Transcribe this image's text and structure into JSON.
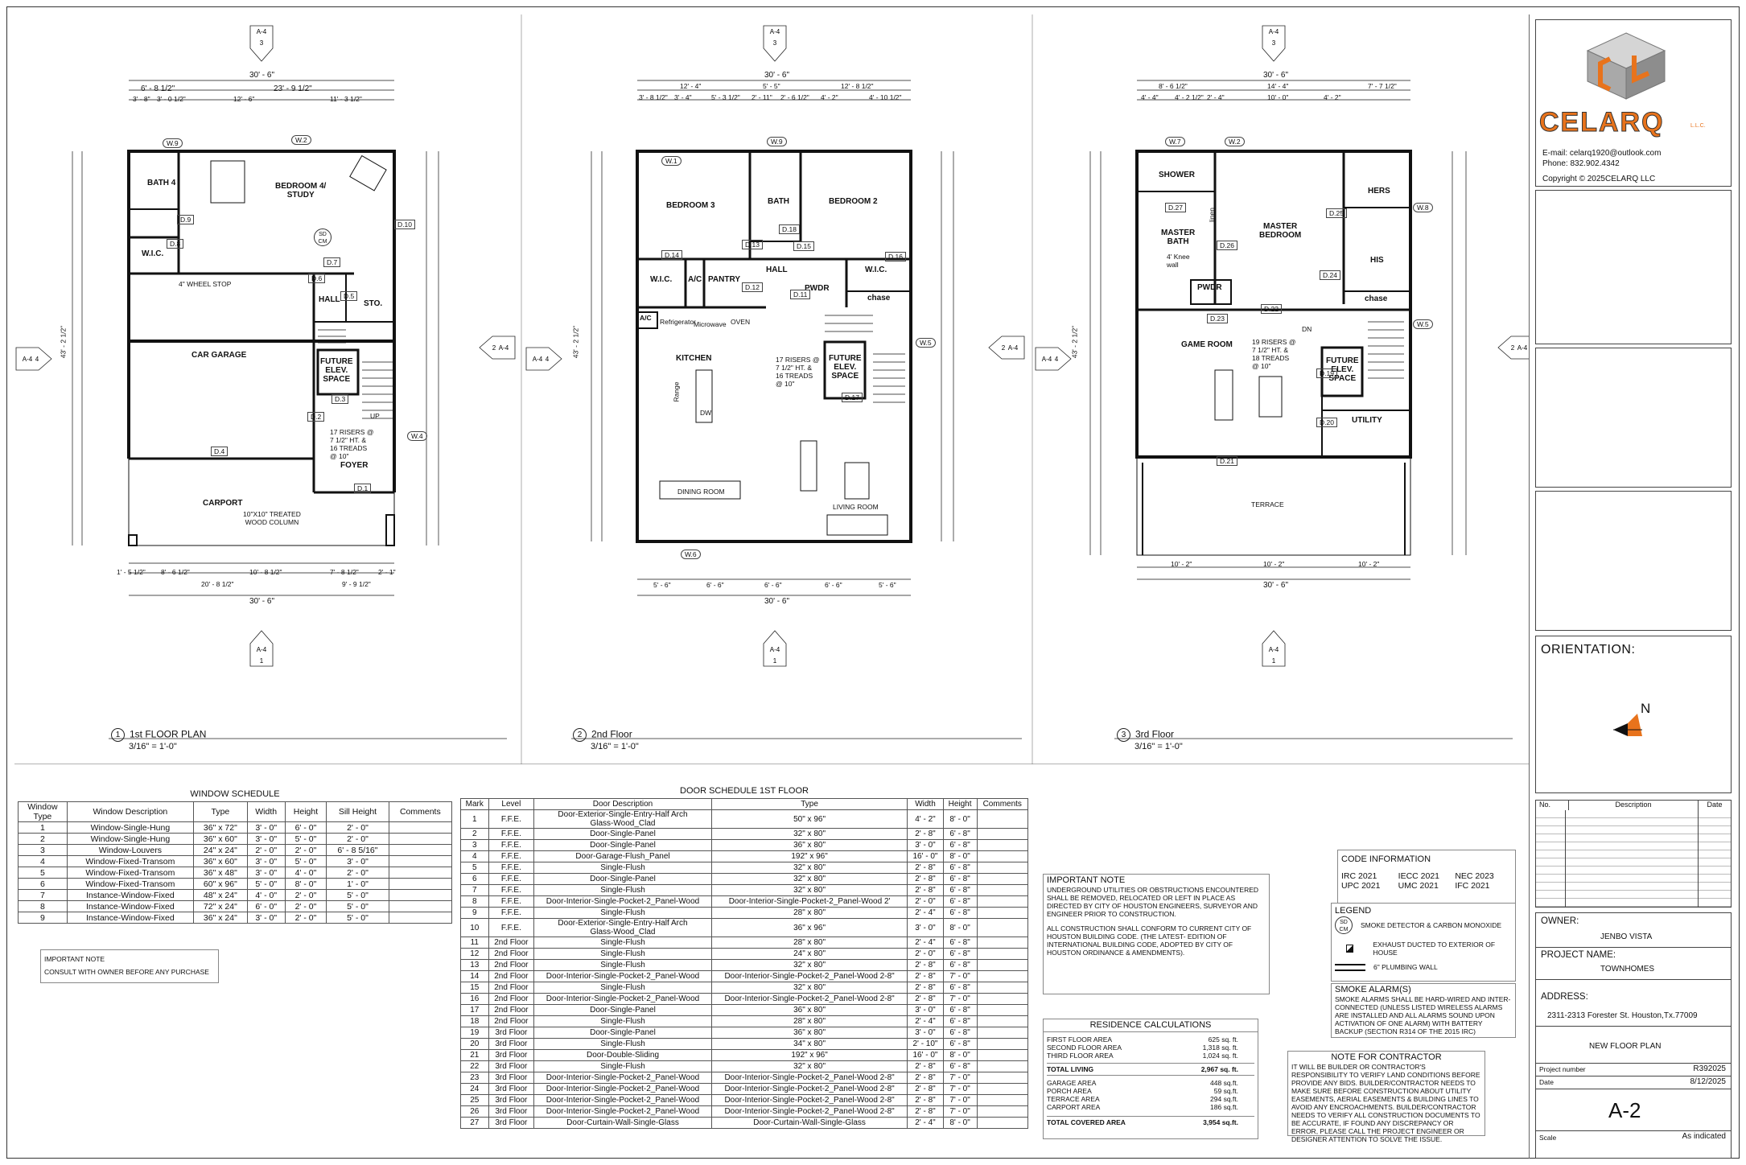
{
  "grid_marker": {
    "sheet": "A-4",
    "number_top": "3",
    "number_bottom": "1",
    "number_side_right": "2",
    "number_side_left": "4"
  },
  "plans": [
    {
      "number": "1",
      "title": "1st FLOOR PLAN",
      "scale": "3/16\" = 1'-0\"",
      "overall_top": "30' - 6\"",
      "overall_bottom": "30' - 6\"",
      "overall_side": "43' - 2 1/2\"",
      "rooms": [
        {
          "label": "BATH 4"
        },
        {
          "label": "BEDROOM 4/\nSTUDY"
        },
        {
          "label": "W.I.C."
        },
        {
          "label": "HALL"
        },
        {
          "label": "STO."
        },
        {
          "label": "CAR GARAGE"
        },
        {
          "label": "FUTURE\nELEV.\nSPACE"
        },
        {
          "label": "FOYER"
        },
        {
          "label": "CARPORT"
        }
      ],
      "notes": [
        "4\" WHEEL STOP",
        "10\"X10\" TREATED\nWOOD COLUMN",
        "17 RISERS @\n7 1/2\" HT. &\n16 TREADS\n@ 10\"",
        "SD\nCM",
        "UP"
      ],
      "dims_top": [
        "6' - 8 1/2\"",
        "23' - 9 1/2\"",
        "3' - 8\"",
        "3' - 0 1/2\"",
        "12' - 6\"",
        "11' - 3 1/2\""
      ],
      "dims_bottom": [
        "1' - 5 1/2\"",
        "8' - 6 1/2\"",
        "10' - 8 1/2\"",
        "7' - 8 1/2\"",
        "2' - 1\"",
        "20' - 8 1/2\"",
        "9' - 9 1/2\""
      ],
      "tags": [
        "W.9",
        "W.2",
        "D.9",
        "D.8",
        "D.7",
        "D.6",
        "D.5",
        "D.10",
        "D.3",
        "D.2",
        "D.4",
        "D.1",
        "W.4"
      ]
    },
    {
      "number": "2",
      "title": "2nd Floor",
      "scale": "3/16\" = 1'-0\"",
      "overall_top": "30' - 6\"",
      "overall_bottom": "30' - 6\"",
      "overall_side": "43' - 2 1/2\"",
      "rooms": [
        {
          "label": "BEDROOM 3"
        },
        {
          "label": "BATH"
        },
        {
          "label": "BEDROOM 2"
        },
        {
          "label": "W.I.C."
        },
        {
          "label": "A/C"
        },
        {
          "label": "PANTRY"
        },
        {
          "label": "HALL"
        },
        {
          "label": "PWDR"
        },
        {
          "label": "W.I.C."
        },
        {
          "label": "chase"
        },
        {
          "label": "KITCHEN"
        },
        {
          "label": "FUTURE\nELEV.\nSPACE"
        },
        {
          "label": "DINING ROOM"
        },
        {
          "label": "LIVING ROOM"
        }
      ],
      "notes": [
        "Refrigerator",
        "Microwave",
        "OVEN",
        "Range",
        "DW",
        "17 RISERS @\n7 1/2\" HT. &\n16 TREADS\n@ 10\"",
        "A/C"
      ],
      "dims_top": [
        "12' - 4\"",
        "5' - 5\"",
        "12' - 8 1/2\"",
        "3' - 8 1/2\"",
        "3' - 4\"",
        "5' - 3 1/2\"",
        "2' - 11\"",
        "2' - 6 1/2\"",
        "4' - 2\"",
        "4' - 10 1/2\""
      ],
      "dims_bottom": [
        "5' - 6\"",
        "6' - 6\"",
        "6' - 6\"",
        "6' - 6\"",
        "5' - 6\""
      ],
      "tags": [
        "W.1",
        "W.9",
        "W.6",
        "W.5",
        "D.18",
        "D.13",
        "D.15",
        "D.16",
        "D.14",
        "D.12",
        "D.11",
        "D.17"
      ]
    },
    {
      "number": "3",
      "title": "3rd Floor",
      "scale": "3/16\" = 1'-0\"",
      "overall_top": "30' - 6\"",
      "overall_bottom": "30' - 6\"",
      "overall_side": "43' - 2 1/2\"",
      "rooms": [
        {
          "label": "SHOWER"
        },
        {
          "label": "MASTER\nBATH"
        },
        {
          "label": "MASTER\nBEDROOM"
        },
        {
          "label": "HERS"
        },
        {
          "label": "HIS"
        },
        {
          "label": "chase"
        },
        {
          "label": "PWDR"
        },
        {
          "label": "GAME ROOM"
        },
        {
          "label": "FUTURE\nELEV.\nSPACE"
        },
        {
          "label": "UTILITY"
        },
        {
          "label": "TERRACE"
        }
      ],
      "notes": [
        "4' Knee\nwall",
        "19 RISERS @\n7 1/2\" HT. &\n18 TREADS\n@ 10\"",
        "DN",
        "linen"
      ],
      "dims_top": [
        "8' - 6 1/2\"",
        "14' - 4\"",
        "7' - 7 1/2\"",
        "4' - 4\"",
        "4' - 2 1/2\"",
        "2' - 4\"",
        "10' - 0\"",
        "4' - 2\""
      ],
      "dims_bottom": [
        "10' - 2\"",
        "10' - 2\"",
        "10' - 2\""
      ],
      "tags": [
        "W.7",
        "W.2",
        "W.8",
        "W.5",
        "D.27",
        "D.26",
        "D.25",
        "D.24",
        "D.23",
        "D.22",
        "D.19",
        "D.20",
        "D.21"
      ]
    }
  ],
  "window_schedule": {
    "title": "WINDOW SCHEDULE",
    "headers": [
      "Window\nType",
      "Window Description",
      "Type",
      "Width",
      "Height",
      "Sill Height",
      "Comments"
    ],
    "rows": [
      [
        "1",
        "Window-Single-Hung",
        "36\" x 72\"",
        "3' - 0\"",
        "6' - 0\"",
        "2' - 0\"",
        ""
      ],
      [
        "2",
        "Window-Single-Hung",
        "36\" x 60\"",
        "3' - 0\"",
        "5' - 0\"",
        "2' - 0\"",
        ""
      ],
      [
        "3",
        "Window-Louvers",
        "24\" x 24\"",
        "2' - 0\"",
        "2' - 0\"",
        "6' - 8 5/16\"",
        ""
      ],
      [
        "4",
        "Window-Fixed-Transom",
        "36\" x 60\"",
        "3' - 0\"",
        "5' - 0\"",
        "3' - 0\"",
        ""
      ],
      [
        "5",
        "Window-Fixed-Transom",
        "36\" x 48\"",
        "3' - 0\"",
        "4' - 0\"",
        "2' - 0\"",
        ""
      ],
      [
        "6",
        "Window-Fixed-Transom",
        "60\" x 96\"",
        "5' - 0\"",
        "8' - 0\"",
        "1' - 0\"",
        ""
      ],
      [
        "7",
        "Instance-Window-Fixed",
        "48\" x 24\"",
        "4' - 0\"",
        "2' - 0\"",
        "5' - 0\"",
        ""
      ],
      [
        "8",
        "Instance-Window-Fixed",
        "72\" x 24\"",
        "6' - 0\"",
        "2' - 0\"",
        "5' - 0\"",
        ""
      ],
      [
        "9",
        "Instance-Window-Fixed",
        "36\" x 24\"",
        "3' - 0\"",
        "2' - 0\"",
        "5' - 0\"",
        ""
      ]
    ]
  },
  "important_note_small": {
    "title": "IMPORTANT NOTE",
    "text": "CONSULT WITH OWNER BEFORE ANY PURCHASE"
  },
  "door_schedule": {
    "title": "DOOR SCHEDULE 1ST FLOOR",
    "headers": [
      "Mark",
      "Level",
      "Door Description",
      "Type",
      "Width",
      "Height",
      "Comments"
    ],
    "rows": [
      [
        "1",
        "F.F.E.",
        "Door-Exterior-Single-Entry-Half Arch\nGlass-Wood_Clad",
        "50\" x 96\"",
        "4' - 2\"",
        "8' - 0\"",
        ""
      ],
      [
        "2",
        "F.F.E.",
        "Door-Single-Panel",
        "32\" x 80\"",
        "2' - 8\"",
        "6' - 8\"",
        ""
      ],
      [
        "3",
        "F.F.E.",
        "Door-Single-Panel",
        "36\" x 80\"",
        "3' - 0\"",
        "6' - 8\"",
        ""
      ],
      [
        "4",
        "F.F.E.",
        "Door-Garage-Flush_Panel",
        "192\" x 96\"",
        "16' - 0\"",
        "8' - 0\"",
        ""
      ],
      [
        "5",
        "F.F.E.",
        "Single-Flush",
        "32\" x 80\"",
        "2' - 8\"",
        "6' - 8\"",
        ""
      ],
      [
        "6",
        "F.F.E.",
        "Door-Single-Panel",
        "32\" x 80\"",
        "2' - 8\"",
        "6' - 8\"",
        ""
      ],
      [
        "7",
        "F.F.E.",
        "Single-Flush",
        "32\" x 80\"",
        "2' - 8\"",
        "6' - 8\"",
        ""
      ],
      [
        "8",
        "F.F.E.",
        "Door-Interior-Single-Pocket-2_Panel-Wood",
        "Door-Interior-Single-Pocket-2_Panel-Wood 2'",
        "2' - 0\"",
        "6' - 8\"",
        ""
      ],
      [
        "9",
        "F.F.E.",
        "Single-Flush",
        "28\" x 80\"",
        "2' - 4\"",
        "6' - 8\"",
        ""
      ],
      [
        "10",
        "F.F.E.",
        "Door-Exterior-Single-Entry-Half Arch\nGlass-Wood_Clad",
        "36\" x 96\"",
        "3' - 0\"",
        "8' - 0\"",
        ""
      ],
      [
        "11",
        "2nd Floor",
        "Single-Flush",
        "28\" x 80\"",
        "2' - 4\"",
        "6' - 8\"",
        ""
      ],
      [
        "12",
        "2nd Floor",
        "Single-Flush",
        "24\" x 80\"",
        "2' - 0\"",
        "6' - 8\"",
        ""
      ],
      [
        "13",
        "2nd Floor",
        "Single-Flush",
        "32\" x 80\"",
        "2' - 8\"",
        "6' - 8\"",
        ""
      ],
      [
        "14",
        "2nd Floor",
        "Door-Interior-Single-Pocket-2_Panel-Wood",
        "Door-Interior-Single-Pocket-2_Panel-Wood 2-8\"",
        "2' - 8\"",
        "7' - 0\"",
        ""
      ],
      [
        "15",
        "2nd Floor",
        "Single-Flush",
        "32\" x 80\"",
        "2' - 8\"",
        "6' - 8\"",
        ""
      ],
      [
        "16",
        "2nd Floor",
        "Door-Interior-Single-Pocket-2_Panel-Wood",
        "Door-Interior-Single-Pocket-2_Panel-Wood 2-8\"",
        "2' - 8\"",
        "7' - 0\"",
        ""
      ],
      [
        "17",
        "2nd Floor",
        "Door-Single-Panel",
        "36\" x 80\"",
        "3' - 0\"",
        "6' - 8\"",
        ""
      ],
      [
        "18",
        "2nd Floor",
        "Single-Flush",
        "28\" x 80\"",
        "2' - 4\"",
        "6' - 8\"",
        ""
      ],
      [
        "19",
        "3rd Floor",
        "Door-Single-Panel",
        "36\" x 80\"",
        "3' - 0\"",
        "6' - 8\"",
        ""
      ],
      [
        "20",
        "3rd Floor",
        "Single-Flush",
        "34\" x 80\"",
        "2' - 10\"",
        "6' - 8\"",
        ""
      ],
      [
        "21",
        "3rd Floor",
        "Door-Double-Sliding",
        "192\" x 96\"",
        "16' - 0\"",
        "8' - 0\"",
        ""
      ],
      [
        "22",
        "3rd Floor",
        "Single-Flush",
        "32\" x 80\"",
        "2' - 8\"",
        "6' - 8\"",
        ""
      ],
      [
        "23",
        "3rd Floor",
        "Door-Interior-Single-Pocket-2_Panel-Wood",
        "Door-Interior-Single-Pocket-2_Panel-Wood 2-8\"",
        "2' - 8\"",
        "7' - 0\"",
        ""
      ],
      [
        "24",
        "3rd Floor",
        "Door-Interior-Single-Pocket-2_Panel-Wood",
        "Door-Interior-Single-Pocket-2_Panel-Wood 2-8\"",
        "2' - 8\"",
        "7' - 0\"",
        ""
      ],
      [
        "25",
        "3rd Floor",
        "Door-Interior-Single-Pocket-2_Panel-Wood",
        "Door-Interior-Single-Pocket-2_Panel-Wood 2-8\"",
        "2' - 8\"",
        "7' - 0\"",
        ""
      ],
      [
        "26",
        "3rd Floor",
        "Door-Interior-Single-Pocket-2_Panel-Wood",
        "Door-Interior-Single-Pocket-2_Panel-Wood 2-8\"",
        "2' - 8\"",
        "7' - 0\"",
        ""
      ],
      [
        "27",
        "3rd Floor",
        "Door-Curtain-Wall-Single-Glass",
        "Door-Curtain-Wall-Single-Glass",
        "2' - 4\"",
        "8' - 0\"",
        ""
      ]
    ]
  },
  "important_note": {
    "title": "IMPORTANT NOTE",
    "p1": "UNDERGROUND UTILITIES OR OBSTRUCTIONS ENCOUNTERED SHALL BE REMOVED, RELOCATED OR LEFT IN PLACE AS DIRECTED BY CITY OF HOUSTON ENGINEERS, SURVEYOR AND ENGINEER PRIOR TO CONSTRUCTION.",
    "p2": "ALL CONSTRUCTION SHALL CONFORM TO CURRENT CITY OF HOUSTON BUILDING CODE. (THE LATEST- EDITION OF INTERNATIONAL BUILDING CODE, ADOPTED BY CITY OF HOUSTON ORDINANCE & AMENDMENTS)."
  },
  "residence_calculations": {
    "title": "RESIDENCE  CALCULATIONS",
    "rows": [
      [
        "FIRST FLOOR AREA",
        "625 sq. ft."
      ],
      [
        "SECOND FLOOR AREA",
        "1,318 sq. ft."
      ],
      [
        "THIRD FLOOR AREA",
        "1,024 sq. ft."
      ]
    ],
    "total_living_label": "TOTAL LIVING",
    "total_living": "2,967 sq. ft.",
    "rows2": [
      [
        "GARAGE AREA",
        "448 sq.ft."
      ],
      [
        "PORCH AREA",
        "59 sq.ft."
      ],
      [
        "TERRACE AREA",
        "294 sq.ft."
      ],
      [
        "CARPORT AREA",
        "186 sq.ft."
      ]
    ],
    "total_covered_label": "TOTAL COVERED AREA",
    "total_covered": "3,954 sq.ft."
  },
  "code_information": {
    "title": "CODE INFORMATION",
    "codes": [
      "IRC 2021",
      "IECC 2021",
      "NEC 2023",
      "UPC 2021",
      "UMC 2021",
      "IFC 2021"
    ]
  },
  "legend": {
    "title": "LEGEND",
    "items": [
      {
        "symbol": "SD\nCM",
        "text": "SMOKE DETECTOR & CARBON MONOXIDE"
      },
      {
        "symbol": "exhaust",
        "text": "EXHAUST DUCTED TO EXTERIOR OF HOUSE"
      },
      {
        "symbol": "wall",
        "text": "6\" PLUMBING WALL"
      }
    ]
  },
  "smoke_alarms": {
    "title": "SMOKE ALARM(S)",
    "text": "SMOKE ALARMS SHALL BE HARD-WIRED AND INTER-CONNECTED (UNLESS LISTED WIRELESS ALARMS ARE INSTALLED AND ALL ALARMS SOUND UPON ACTIVATION OF ONE ALARM) WITH BATTERY BACKUP (SECTION R314 OF THE 2015 IRC)"
  },
  "note_for_contractor": {
    "title": "NOTE FOR CONTRACTOR",
    "text": "IT WILL BE BUILDER OR CONTRACTOR'S RESPONSIBILITY TO VERIFY LAND CONDITIONS BEFORE PROVIDE ANY BIDS. BUILDER/CONTRACTOR NEEDS TO MAKE SURE BEFORE CONSTRUCTION ABOUT UTILITY EASEMENTS, AERIAL EASEMENTS & BUILDING LINES TO AVOID ANY ENCROACHMENTS. BUILDER/CONTRACTOR NEEDS TO VERIFY ALL CONSTRUCTION DOCUMENTS TO BE ACCURATE, IF FOUND ANY DISCREPANCY OR ERROR, PLEASE CALL THE PROJECT ENGINEER OR DESIGNER ATTENTION TO SOLVE THE ISSUE."
  },
  "title_block": {
    "logo_text": "CELARQ",
    "logo_suffix": "L.L.C.",
    "email": "E-mail: celarq1920@outlook.com",
    "phone": "Phone: 832.902.4342",
    "copyright": "Copyright © 2025CELARQ LLC",
    "orientation_label": "ORIENTATION:",
    "north": "N",
    "rev_headers": [
      "No.",
      "Description",
      "Date"
    ],
    "owner_label": "OWNER:",
    "owner": "JENBO VISTA",
    "project_label": "PROJECT NAME:",
    "project": "TOWNHOMES",
    "address_label": "ADDRESS:",
    "address": "2311-2313 Forester St. Houston,Tx.77009",
    "drawing_title": "NEW FLOOR PLAN",
    "project_number_label": "Project number",
    "project_number": "R392025",
    "date_label": "Date",
    "date": "8/12/2025",
    "sheet": "A-2",
    "scale_label": "Scale",
    "scale": "As indicated"
  },
  "colors": {
    "accent": "#e8731c",
    "line": "#111111",
    "logo_grey": "#8a8a8a"
  }
}
